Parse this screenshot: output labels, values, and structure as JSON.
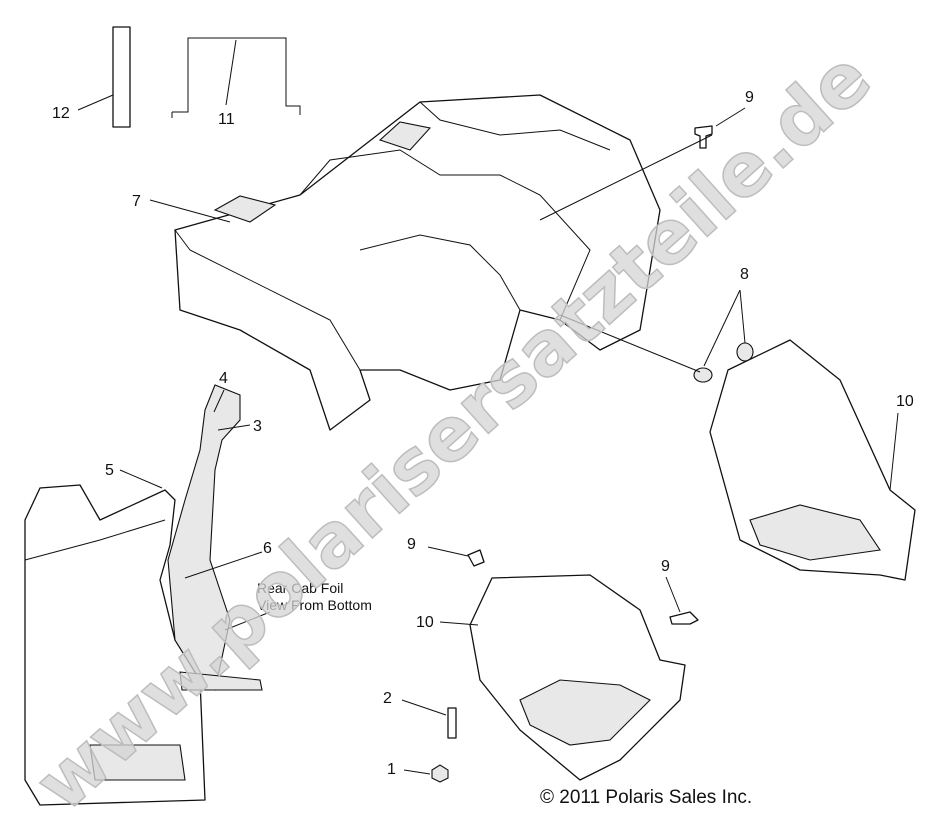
{
  "diagram": {
    "callouts": [
      "12",
      "11",
      "7",
      "9",
      "8",
      "4",
      "3",
      "5",
      "6",
      "9",
      "9",
      "10",
      "10",
      "2",
      "1"
    ],
    "note": [
      "Rear Cab Foil",
      "View From Bottom"
    ],
    "copyright": "© 2011 Polaris Sales Inc.",
    "watermark": "www.polarisersatzteile.de"
  }
}
